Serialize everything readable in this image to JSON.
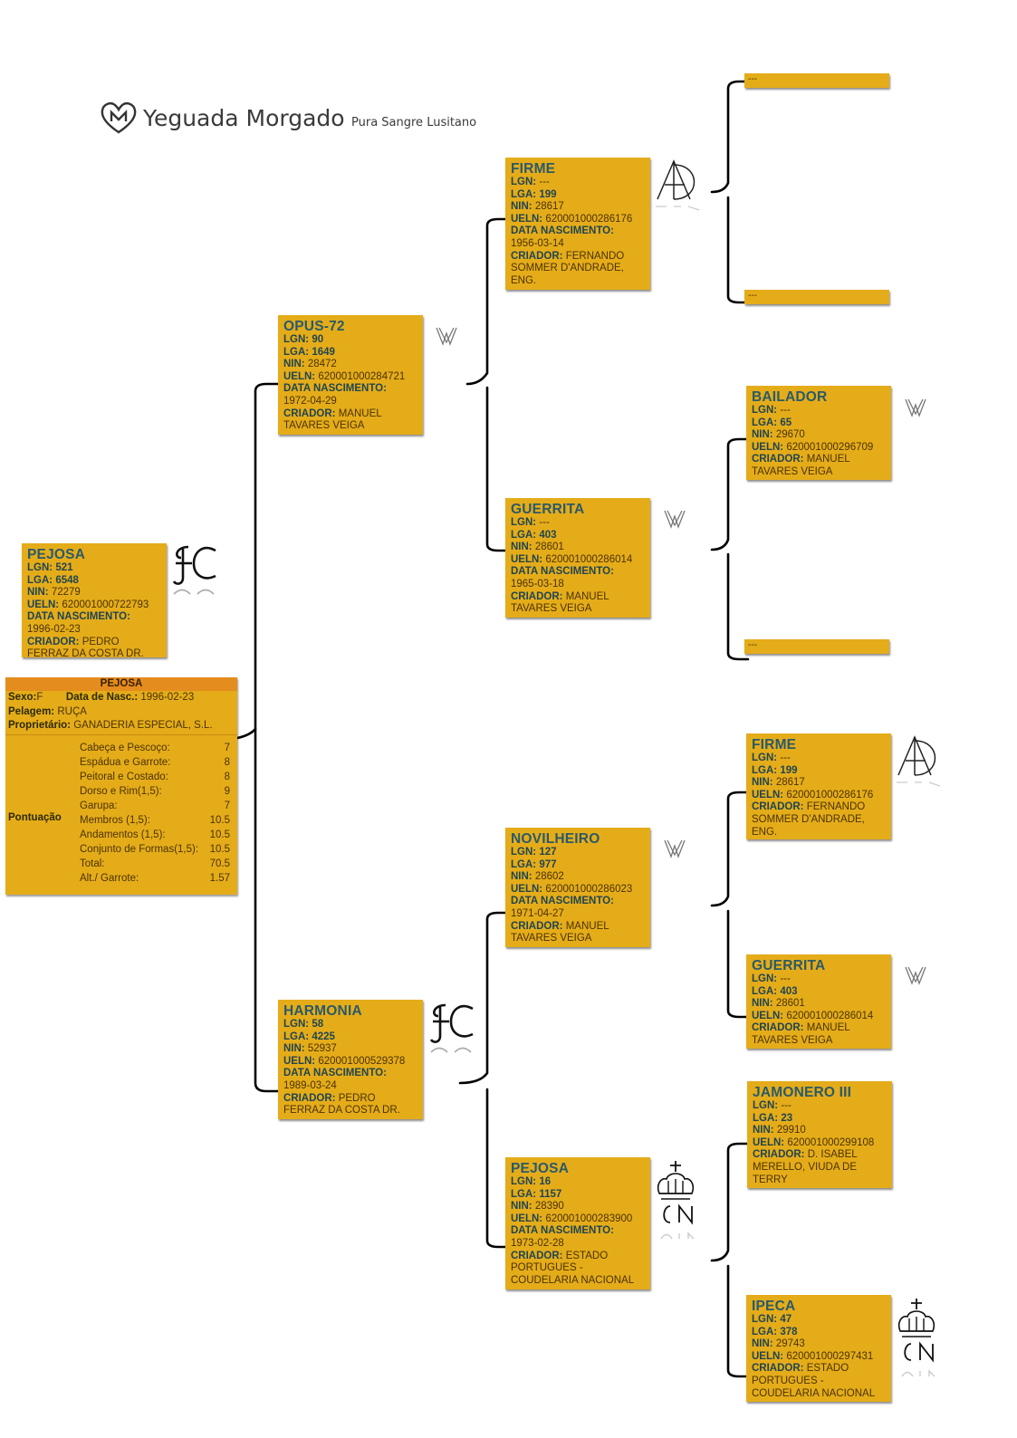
{
  "brand": {
    "name": "Yeguada Morgado",
    "tagline": "Pura Sangre Lusitano"
  },
  "labels": {
    "lgn": "LGN:",
    "lga": "LGA:",
    "nin": "NIN:",
    "ueln": "UELN:",
    "data": "DATA NASCIMENTO:",
    "criador": "CRIADOR:",
    "blank": "---"
  },
  "subject": {
    "name": "PEJOSA",
    "lgn": "521",
    "lga": "6548",
    "nin": "72279",
    "ueln": "620001000722793",
    "data": "1996-02-23",
    "criador": "PEDRO FERRAZ DA COSTA DR."
  },
  "info": {
    "title": "PEJOSA",
    "sexo_label": "Sexo:",
    "sexo": "F",
    "nasc_label": "Data de Nasc.:",
    "nasc": "1996-02-23",
    "pelagem_label": "Pelagem:",
    "pelagem": "RUÇA",
    "prop_label": "Proprietário:",
    "prop": "GANADERIA ESPECIAL, S.L.",
    "pont_label": "Pontuação",
    "scores": [
      {
        "label": "Cabeça e Pescoço:",
        "value": "7"
      },
      {
        "label": "Espádua e Garrote:",
        "value": "8"
      },
      {
        "label": "Peitoral e Costado:",
        "value": "8"
      },
      {
        "label": "Dorso e Rim(1,5):",
        "value": "9"
      },
      {
        "label": "Garupa:",
        "value": "7"
      },
      {
        "label": "Membros (1,5):",
        "value": "10.5"
      },
      {
        "label": "Andamentos (1,5):",
        "value": "10.5"
      },
      {
        "label": "Conjunto de Formas(1,5):",
        "value": "10.5"
      },
      {
        "label": "Total:",
        "value": "70.5"
      },
      {
        "label": "Alt./ Garrote:",
        "value": "1.57"
      }
    ]
  },
  "sire": {
    "name": "OPUS-72",
    "lgn": "90",
    "lga": "1649",
    "nin": "28472",
    "ueln": "620001000284721",
    "data": "1972-04-29",
    "criador": "MANUEL TAVARES VEIGA"
  },
  "dam": {
    "name": "HARMONIA",
    "lgn": "58",
    "lga": "4225",
    "nin": "52937",
    "ueln": "620001000529378",
    "data": "1989-03-24",
    "criador": "PEDRO FERRAZ DA COSTA DR."
  },
  "ss": {
    "name": "FIRME",
    "lgn": "---",
    "lga": "199",
    "nin": "28617",
    "ueln": "620001000286176",
    "data": "1956-03-14",
    "criador": "FERNANDO SOMMER D'ANDRADE, ENG."
  },
  "sd": {
    "name": "GUERRITA",
    "lgn": "---",
    "lga": "403",
    "nin": "28601",
    "ueln": "620001000286014",
    "data": "1965-03-18",
    "criador": "MANUEL TAVARES VEIGA"
  },
  "ds": {
    "name": "NOVILHEIRO",
    "lgn": "127",
    "lga": "977",
    "nin": "28602",
    "ueln": "620001000286023",
    "data": "1971-04-27",
    "criador": "MANUEL TAVARES VEIGA"
  },
  "dd": {
    "name": "PEJOSA",
    "lgn": "16",
    "lga": "1157",
    "nin": "28390",
    "ueln": "620001000283900",
    "data": "1973-02-28",
    "criador": "ESTADO PORTUGUES - COUDELARIA NACIONAL"
  },
  "g4_sdd": {
    "name": "BAILADOR",
    "lgn": "---",
    "lga": "65",
    "nin": "29670",
    "ueln": "620001000296709",
    "criador": "MANUEL TAVARES VEIGA"
  },
  "g4_dss": {
    "name": "FIRME",
    "lgn": "---",
    "lga": "199",
    "nin": "28617",
    "ueln": "620001000286176",
    "criador": "FERNANDO SOMMER D'ANDRADE, ENG."
  },
  "g4_dsd": {
    "name": "GUERRITA",
    "lgn": "---",
    "lga": "403",
    "nin": "28601",
    "ueln": "620001000286014",
    "criador": "MANUEL TAVARES VEIGA"
  },
  "g4_dds": {
    "name": "JAMONERO III",
    "lgn": "---",
    "lga": "23",
    "nin": "29910",
    "ueln": "620001000299108",
    "criador": "D. ISABEL MERELLO, VIUDA DE TERRY"
  },
  "g4_ddd": {
    "name": "IPECA",
    "lgn": "47",
    "lga": "378",
    "nin": "29743",
    "ueln": "620001000297431",
    "criador": "ESTADO PORTUGUES - COUDELARIA NACIONAL"
  }
}
